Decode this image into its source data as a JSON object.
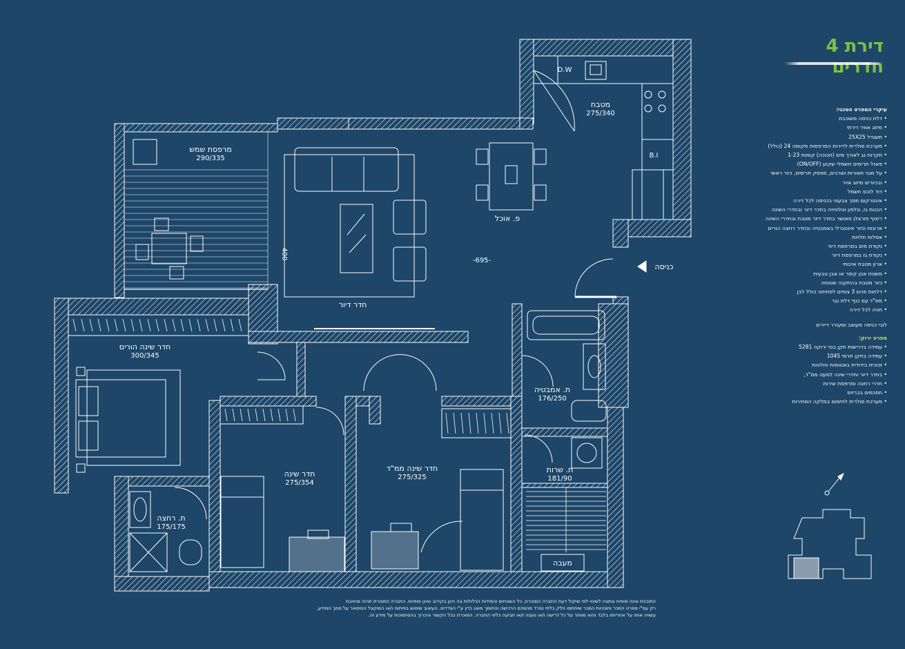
{
  "title": "דירת 4 חדרים",
  "rooms": {
    "sun_balcony": {
      "name": "מרפסת שמש",
      "dims": "290/335"
    },
    "kitchen": {
      "name": "מטבח",
      "dims": "275/340"
    },
    "dw": "D.W",
    "bi": "B.I",
    "dining": "פ. אוכל",
    "living": "חדר דיור",
    "living_width": "-695-",
    "living_depth": "-400-",
    "entrance": "כניסה",
    "master": {
      "name": "חדר שינה הורים",
      "dims": "300/345"
    },
    "bathroom": {
      "name": "ת. אמבטיה",
      "dims": "176/250"
    },
    "bedroom": {
      "name": "חדר שינה",
      "dims": "275/354"
    },
    "mamad": {
      "name": "חדר שינה ממ\"ד",
      "dims": "275/325"
    },
    "wc": {
      "name": "ת. שרות",
      "dims": "181/90"
    },
    "shower": {
      "name": "ת. רחצה",
      "dims": "175/175"
    },
    "stairs": "מעבה"
  },
  "features": {
    "heading": "עיקרי המפרט הטכני:",
    "items": [
      "דלת כניסה משוכבת",
      "מיזוג אוויר דירתי",
      "תשגדל 25X25",
      "מערכת סולרית לדירות המרפסות מקומה 24 (כולל)",
      "תקרות גג לאורך מים (תכוכה) קומות 1-23",
      "פאנל תריסים חשמלי שקוע (ON/OFF)",
      "על מגני תאורות ושרבים, מפסק תריסים, כיור ראשי",
      "ובכיורים מיזוג אויר",
      "דוד לוכס חשמל",
      "אינטרקום מסך צבעוני בכניסה לכל דירה",
      "הכנות גז, טלפון וטלוויזיה בחדר דיור ובחדרי השינה",
      "ריצוף פורצלן מאושר בחדר דיור מטבח ובחדרי השינה",
      "ארונות וכיור אינטגרלי באמבטיה ובחדר רחצה הורים",
      "אסלות תלויות",
      "נקודת מים במרפסת דיור",
      "נקודת גז במרפסת דיור",
      "ארון מטבח איכותי",
      "משטח אבן קיסר או אבן טבעית",
      "כיור מטבח בהתקנה שטוחה",
      "דלתות פנים 3 צופים לפתיחה כולל לבן",
      "ממ\"ד עם כנף דלת נגר",
      "חניה לכל דירה"
    ],
    "note": "לובי כניסה מעוצב ומעורר דיירים",
    "green_heading": "מפרט ירוק:",
    "green_items": [
      "עמידה בדרישות תקן בנוי ירוקה 5281",
      "עמידה בתקן תרמי 1045",
      "זכוכית בידודית באטומות וחלונות",
      "בחדר דיור וחדרי שינה למעט ממ\"ד,",
      "חדרי רחצה ומרפסת שירות",
      "חסכמים בברזים",
      "מערכת סולרית לחימום במלקה המחירות"
    ]
  },
  "disclaimer": [
    "התוכנית אינה סופית ונתונה לשינוי לפי שיקול דעת החברה המוכרת, כל השטחים והמידות הכלולות בה הינן בקירוב ואינן סופיות. החברה המוכרת תהיה מחויבת",
    "רק עפ\"י מפרט המכר ותוכניות המכר שיחתמו חלק בלתי נפרד מהסכם הרכישה והתומך מוצג כדין ע\"י הצדדים. העיצוב שימוש בפיתוח ו/או המוקצל המתואר על סמך המידע,",
    "עשויה אותו על אחריותו בלבד והוא מוותר על כל דרישה ו/או טענה ו/או תביעה כלפי החברה. המוכרת בכל הקשור והכרוך בהסתמכות על מידע זה."
  ],
  "colors": {
    "background": "#1d4668",
    "lines": "#ffffff",
    "title": "#7dc142",
    "green_heading": "#cde35a",
    "highlight": "#b9c2cc"
  }
}
